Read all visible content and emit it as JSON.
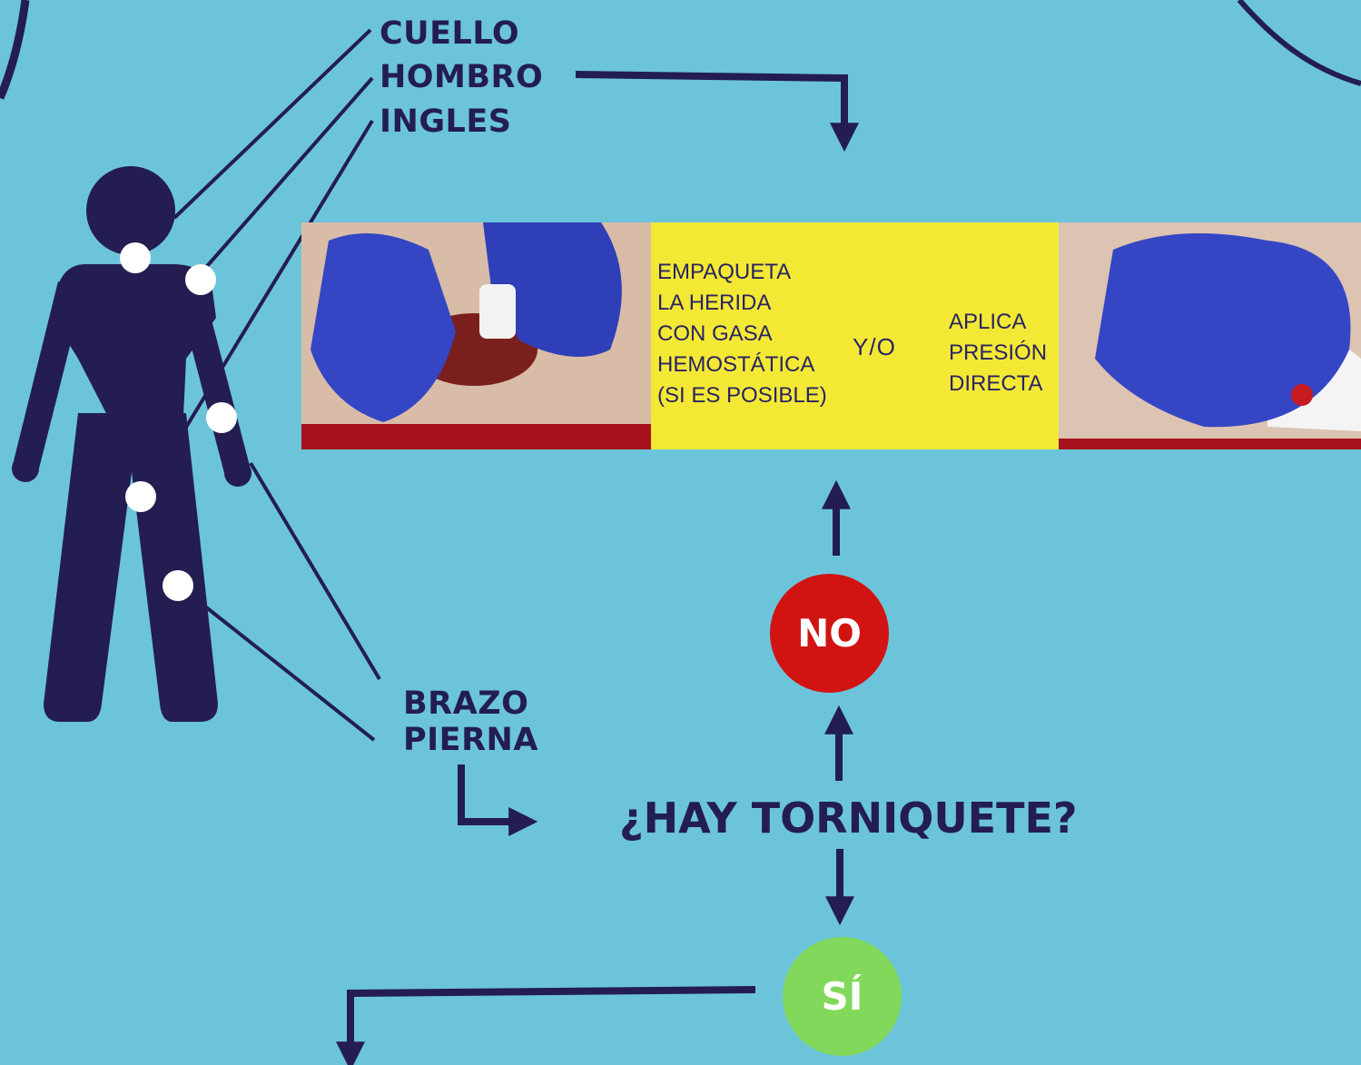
{
  "sites": {
    "upper": [
      "CUELLO",
      "HOMBRO",
      "INGLES"
    ],
    "lower": [
      "BRAZO",
      "PIERNA"
    ]
  },
  "panel": {
    "pack_text": "EMPAQUETA\nLA HERIDA\nCON GASA\nHEMOSTÁTICA\n(SI ES POSIBLE)",
    "connector": "Y/O",
    "pressure_text": "APLICA\nPRESIÓN\nDIRECTA"
  },
  "question": "¿HAY TORNIQUETE?",
  "answers": {
    "no": "NO",
    "yes": "SÍ"
  },
  "colors": {
    "background": "#6cc4da",
    "navy": "#231d52",
    "no_red": "#d11412",
    "yes_green": "#82d85a",
    "panel_yellow": "#f3e935",
    "glove_blue": "#3446c4",
    "blood_red": "#a5121c"
  }
}
